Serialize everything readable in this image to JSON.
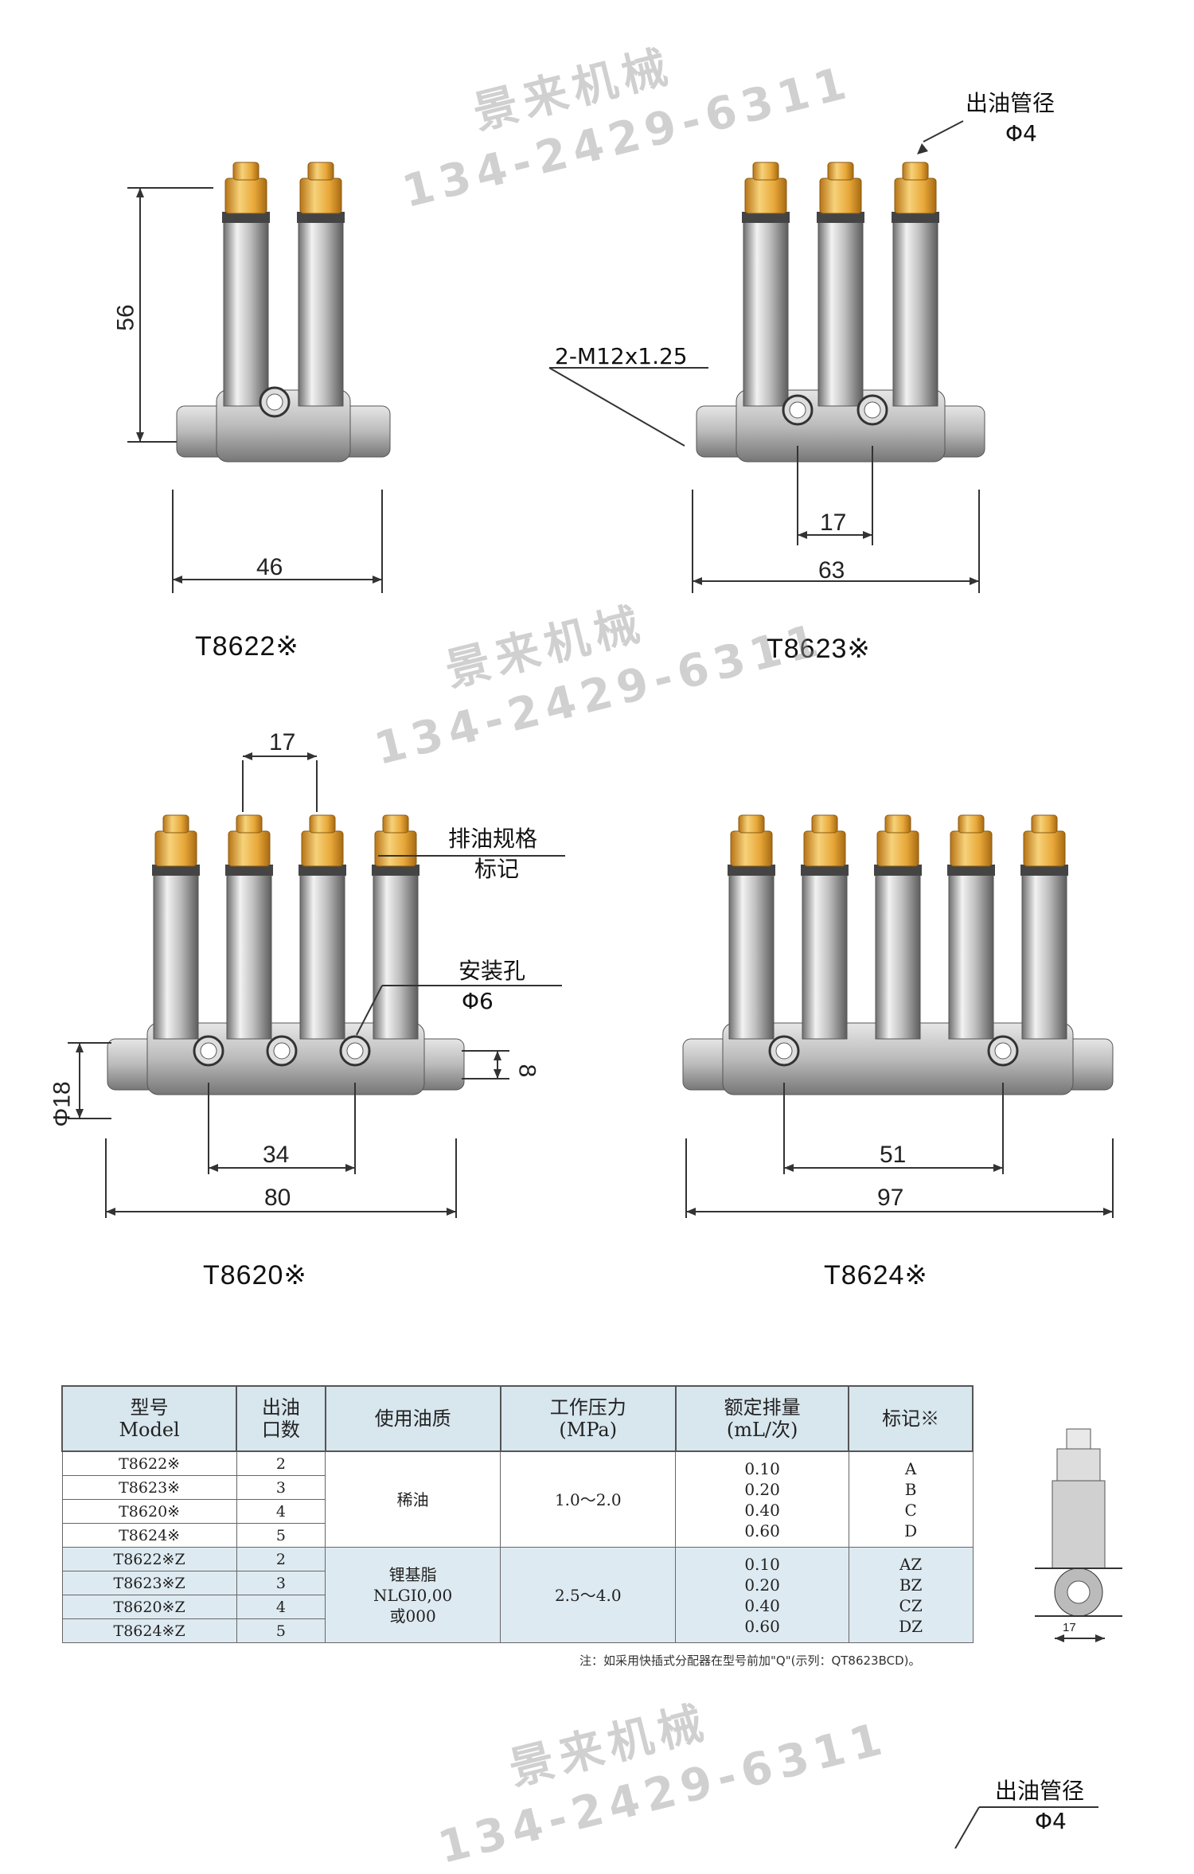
{
  "watermark": {
    "company": "景来机械",
    "phone": "134-2429-6311"
  },
  "drawings": [
    {
      "model": "T8622※",
      "outlets": 2,
      "dims": {
        "height": "56",
        "width": "46"
      }
    },
    {
      "model": "T8623※",
      "outlets": 3,
      "dims": {
        "pitch": "17",
        "width": "63"
      },
      "callouts": {
        "outlet_pipe": "出油管径",
        "outlet_dia": "Φ4",
        "thread": "2-M12x1.25"
      }
    },
    {
      "model": "T8620※",
      "outlets": 4,
      "dims": {
        "pitch": "17",
        "height": "Φ18",
        "hole_offset": "8",
        "hole_span": "34",
        "width": "80"
      },
      "callouts": {
        "mark1": "排油规格",
        "mark2": "标记",
        "hole1": "安装孔",
        "hole2": "Φ6"
      }
    },
    {
      "model": "T8624※",
      "outlets": 5,
      "dims": {
        "hole_span": "51",
        "width": "97"
      }
    }
  ],
  "table": {
    "headers": [
      "型号\nModel",
      "出油\n口数",
      "使用油质",
      "工作压力\n(MPa)",
      "额定排量\n(mL/次)",
      "标记※"
    ],
    "groups": [
      {
        "oil": "稀油",
        "pressure": "1.0～2.0",
        "rows": [
          {
            "model": "T8622※",
            "outlets": "2",
            "discharge": "0.10",
            "mark": "A"
          },
          {
            "model": "T8623※",
            "outlets": "3",
            "discharge": "0.20",
            "mark": "B"
          },
          {
            "model": "T8620※",
            "outlets": "4",
            "discharge": "0.40",
            "mark": "C"
          },
          {
            "model": "T8624※",
            "outlets": "5",
            "discharge": "0.60",
            "mark": "D"
          }
        ]
      },
      {
        "oil": "锂基脂\nNLGI0,00\n或000",
        "pressure": "2.5～4.0",
        "rows": [
          {
            "model": "T8622※Z",
            "outlets": "2",
            "discharge": "0.10",
            "mark": "AZ"
          },
          {
            "model": "T8623※Z",
            "outlets": "3",
            "discharge": "0.20",
            "mark": "BZ"
          },
          {
            "model": "T8620※Z",
            "outlets": "4",
            "discharge": "0.40",
            "mark": "CZ"
          },
          {
            "model": "T8624※Z",
            "outlets": "5",
            "discharge": "0.60",
            "mark": "DZ"
          }
        ]
      }
    ],
    "note": "注：如采用快插式分配器在型号前加\"Q\"(示列：QT8623BCD)。"
  },
  "side_view": {
    "dim": "17"
  },
  "bottom_callout": {
    "label1": "出油管径",
    "label2": "Φ4"
  },
  "colors": {
    "brass": "#e8a83a",
    "brass_light": "#f6d27a",
    "steel": "#c8c8c8",
    "steel_dark": "#777777",
    "table_header": "#d8e6ee"
  }
}
